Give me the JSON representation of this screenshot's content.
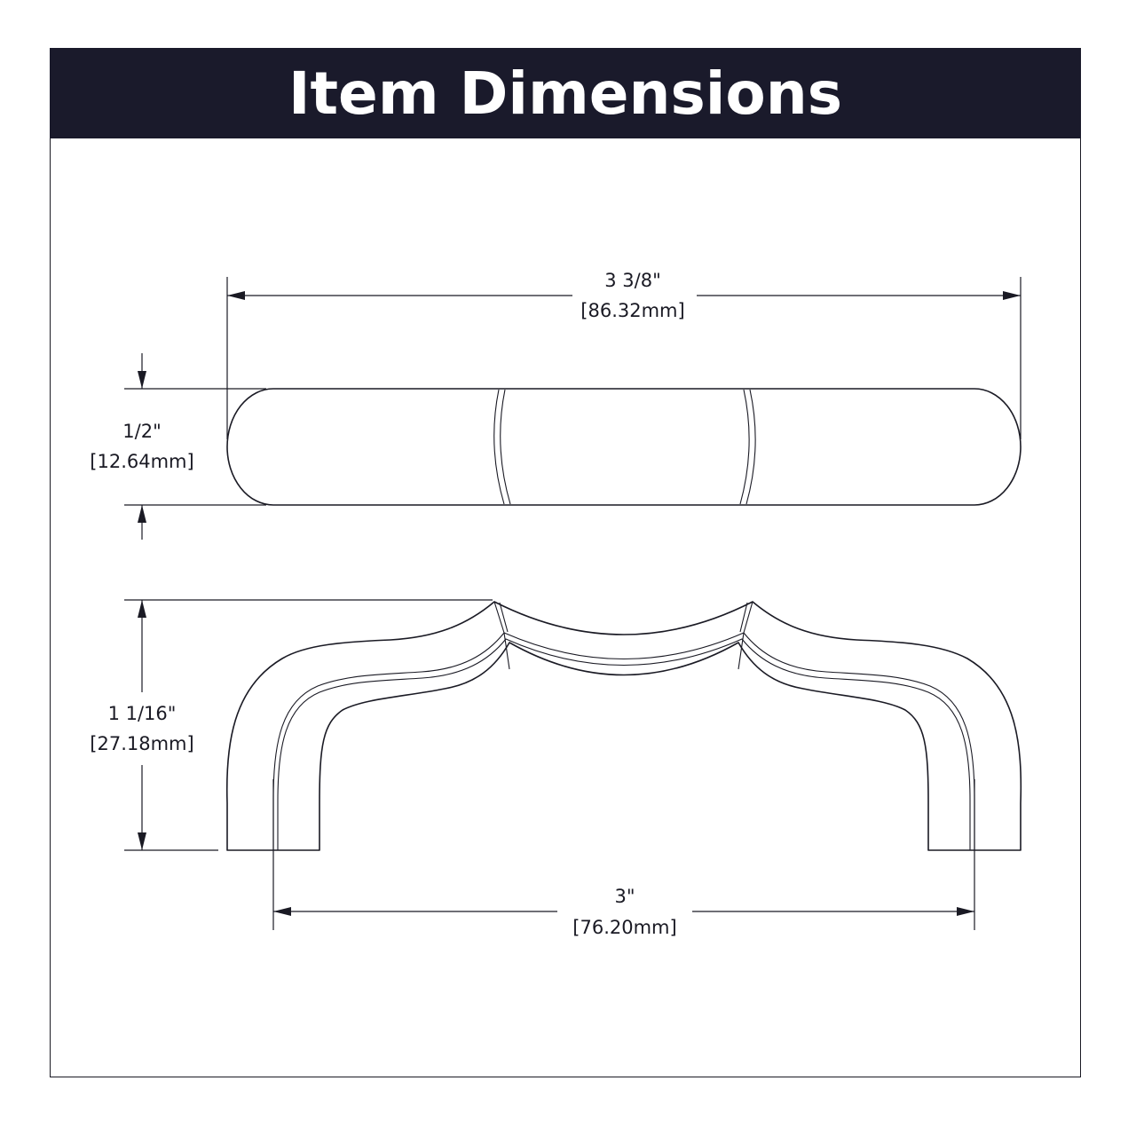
{
  "header": {
    "title": "Item Dimensions",
    "background_color": "#1a1a2b",
    "text_color": "#ffffff"
  },
  "dimensions": {
    "overall_length": {
      "imperial": "3 3/8\"",
      "metric": "[86.32mm]"
    },
    "width": {
      "imperial": "1/2\"",
      "metric": "[12.64mm]"
    },
    "projection": {
      "imperial": "1 1/16\"",
      "metric": "[27.18mm]"
    },
    "center_to_center": {
      "imperial": "3\"",
      "metric": "[76.20mm]"
    }
  },
  "line_color": "#1a1a24"
}
